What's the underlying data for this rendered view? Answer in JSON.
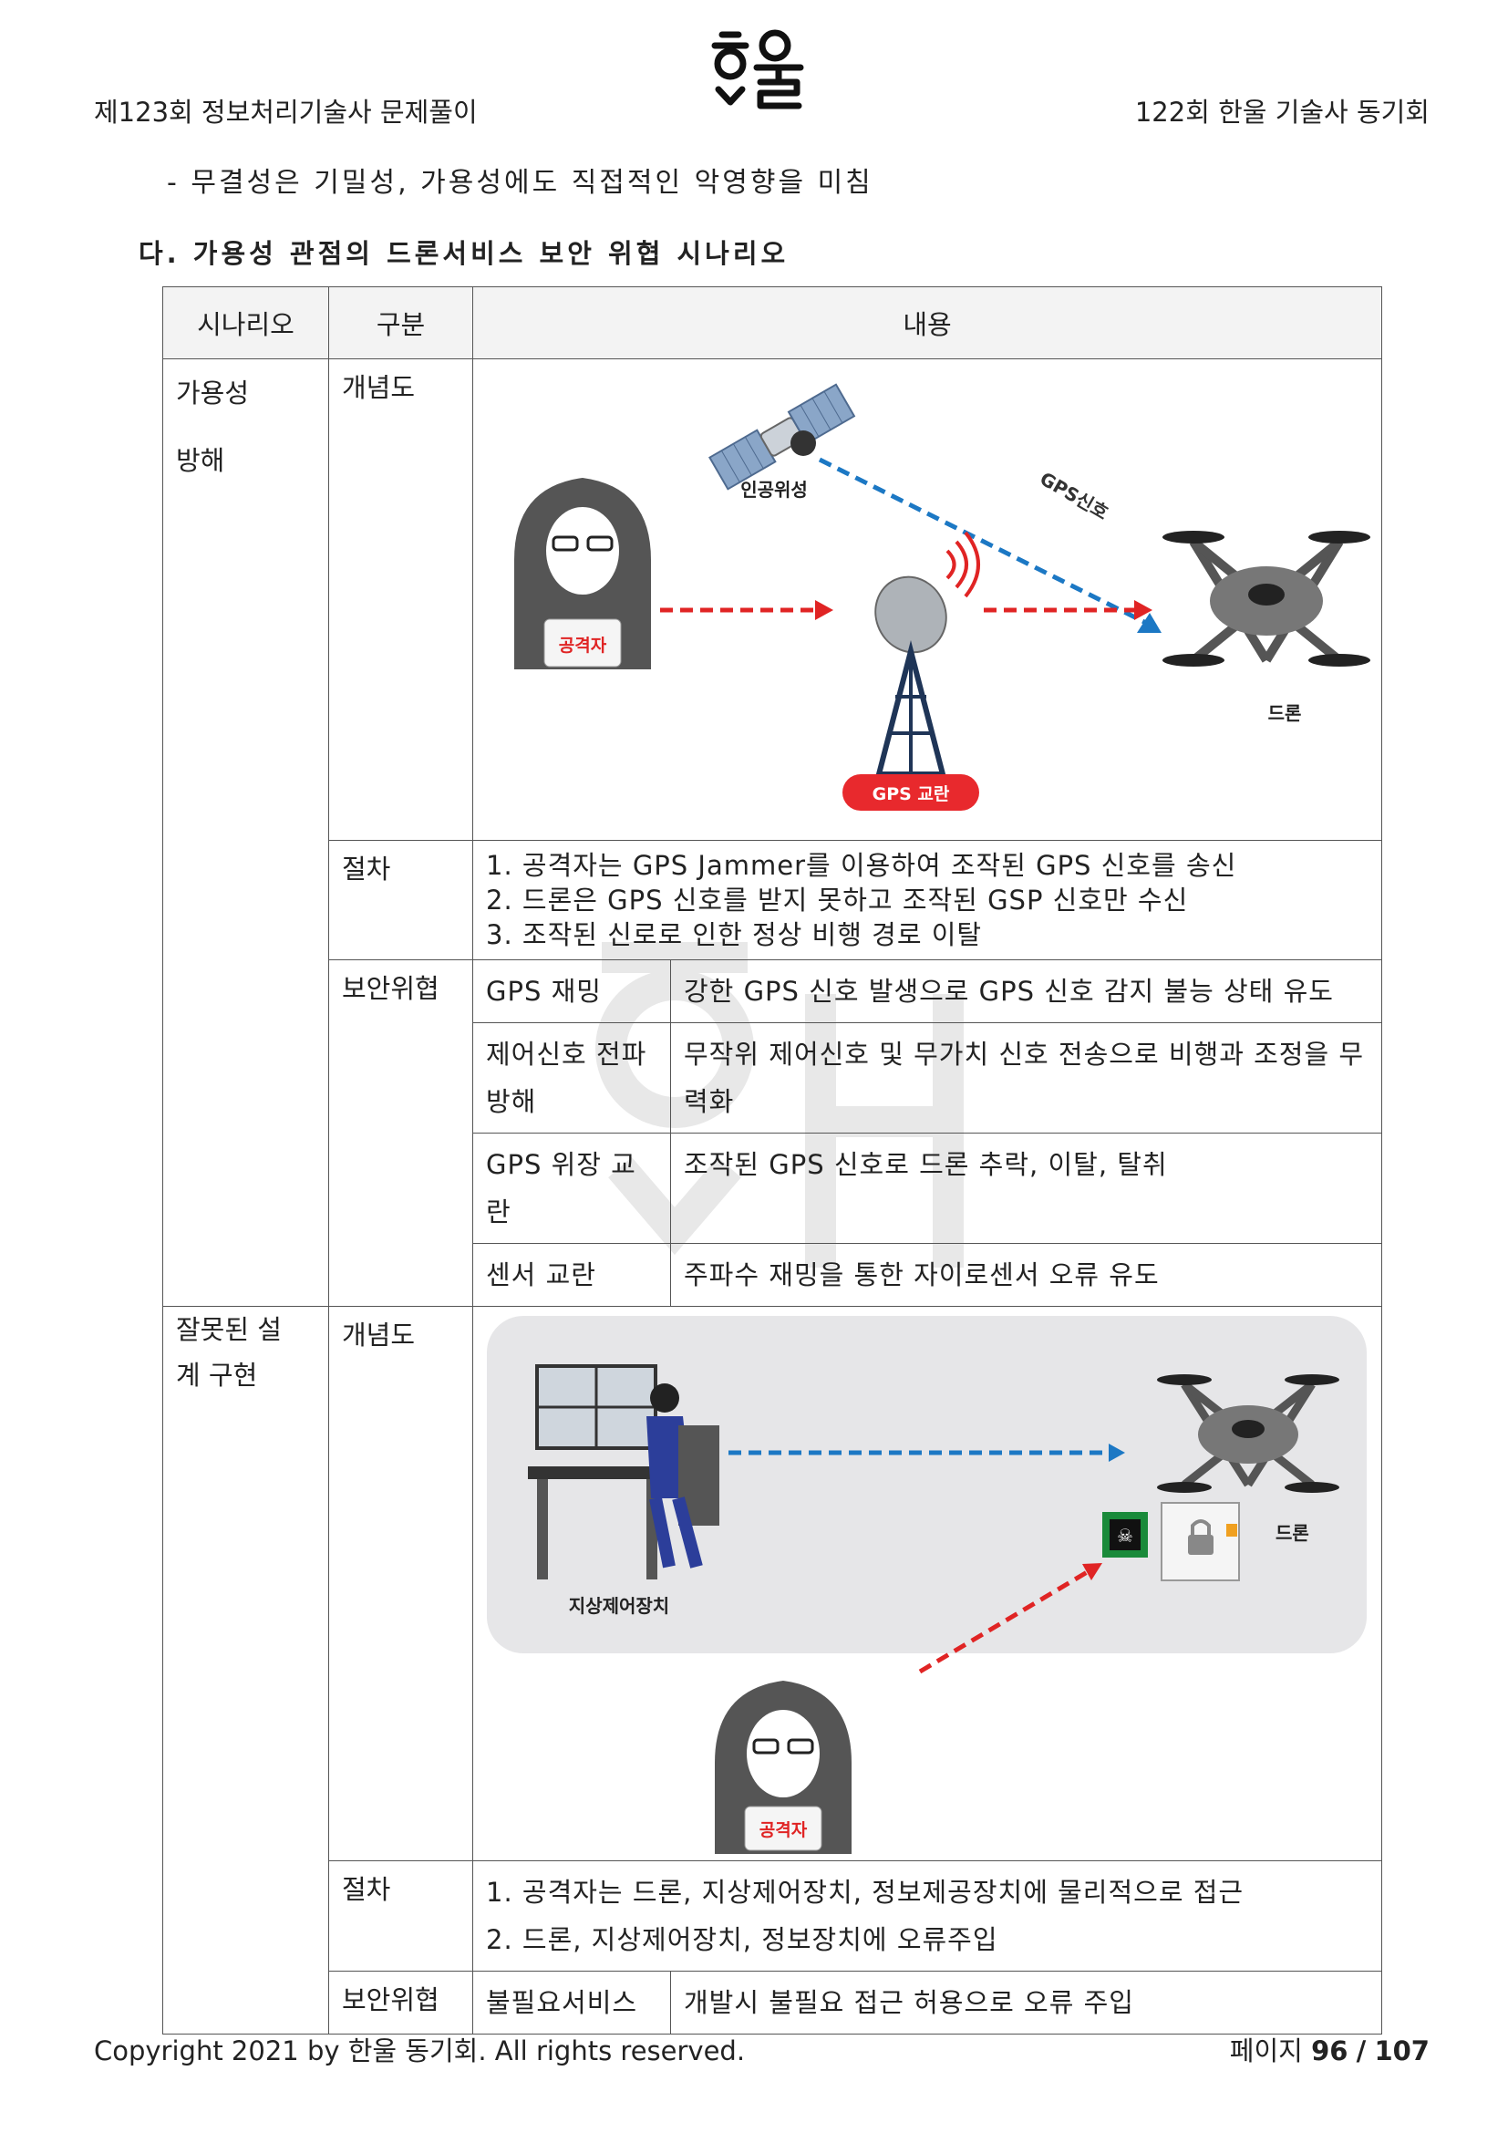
{
  "header": {
    "left": "제123회 정보처리기술사 문제풀이",
    "right": "122회 한울 기술사 동기회"
  },
  "bullet_text": "- 무결성은 기밀성, 가용성에도 직접적인 악영향을 미침",
  "section_title": "다. 가용성 관점의 드론서비스 보안 위협 시나리오",
  "table": {
    "headers": [
      "시나리오",
      "구분",
      "내용"
    ],
    "scenario1": {
      "title_line1": "가용성",
      "title_line2": "방해",
      "concept_label": "개념도",
      "procedure_label": "절차",
      "threat_label": "보안위협",
      "diagram": {
        "satellite_label": "인공위성",
        "signal_label": "GPS신호",
        "attacker_label": "공격자",
        "jammer_label": "GPS 교란",
        "drone_label": "드론"
      },
      "procedures": [
        "1. 공격자는 GPS Jammer를 이용하여 조작된 GPS 신호를 송신",
        "2. 드론은 GPS 신호를 받지 못하고 조작된 GSP 신호만 수신",
        "3. 조작된 신로로 인한 정상 비행 경로 이탈"
      ],
      "threats": [
        {
          "name": "GPS 재밍",
          "desc": "강한 GPS 신호 발생으로 GPS 신호 감지 불능 상태 유도"
        },
        {
          "name": "제어신호 전파 방해",
          "desc": "무작위 제어신호 및 무가치 신호 전송으로 비행과 조정을 무력화"
        },
        {
          "name": "GPS 위장 교란",
          "desc": "조작된 GPS 신호로 드론 추락, 이탈, 탈취"
        },
        {
          "name": "센서 교란",
          "desc": "주파수 재밍을 통한 자이로센서 오류 유도"
        }
      ]
    },
    "scenario2": {
      "title_line1": "잘못된 설",
      "title_line2": "계 구현",
      "concept_label": "개념도",
      "procedure_label": "절차",
      "threat_label": "보안위협",
      "diagram": {
        "ground_label": "지상제어장치",
        "drone_label": "드론",
        "attacker_label": "공격자"
      },
      "procedures": [
        "1. 공격자는 드론, 지상제어장치, 정보제공장치에 물리적으로 접근",
        "2. 드론, 지상제어장치, 정보장치에 오류주입"
      ],
      "threats": [
        {
          "name": "불필요서비스",
          "desc": "개발시 불필요 접근 허용으로 오류 주입"
        }
      ]
    }
  },
  "footer": {
    "copyright": "Copyright 2021 by 한울 동기회. All rights reserved.",
    "page_prefix": "페이지",
    "page_current": "96",
    "page_sep": "/",
    "page_total": "107"
  },
  "colors": {
    "attack_red": "#e02424",
    "signal_blue": "#1c78c4",
    "badge_red": "#e8292d"
  }
}
